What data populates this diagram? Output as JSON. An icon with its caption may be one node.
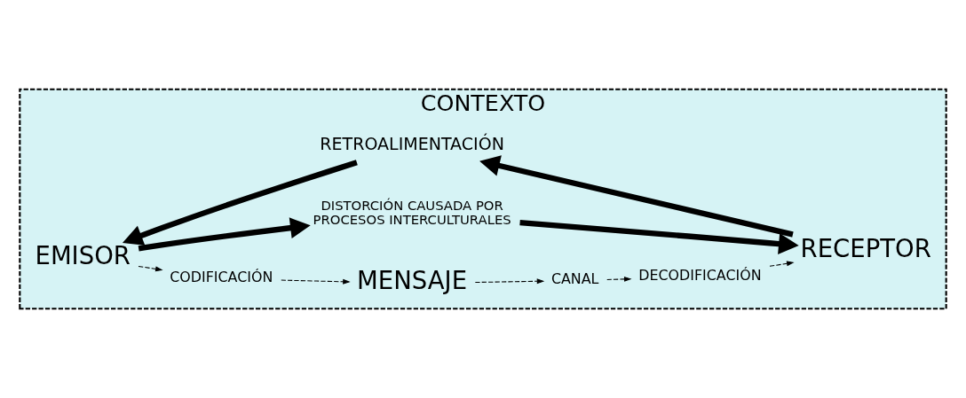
{
  "diagram": {
    "nodes": [
      {
        "text": [
          "CONTEXTO"
        ]
      },
      {
        "text": [
          "EMISOR"
        ],
        "in": 0
      },
      {
        "text": [
          "CODIFICACIÓN"
        ],
        "in": 0
      },
      {
        "text": [
          "MENSAJE"
        ],
        "in": 0
      },
      {
        "text": [
          "CANAL"
        ],
        "in": 0
      },
      {
        "text": [
          "DECODIFICACIÓN"
        ],
        "in": 0
      },
      {
        "text": [
          "RECEPTOR"
        ],
        "in": 0
      },
      {
        "text": [
          "DISTORCIÓN CAUSADA POR PROCESOS INTERCULTURALES"
        ],
        "in": 0
      },
      {
        "text": [
          "RETROALIMENTACIÓN"
        ],
        "in": 0
      }
    ],
    "edges": [
      {
        "from": 1,
        "to": 2,
        "arrow": "to",
        "style": "dashed"
      },
      {
        "from": 2,
        "to": 3,
        "arrow": "to",
        "style": "dashed"
      },
      {
        "from": 3,
        "to": 4,
        "arrow": "to",
        "style": "dashed"
      },
      {
        "from": 4,
        "to": 5,
        "arrow": "to",
        "style": "dashed"
      },
      {
        "from": 5,
        "to": 6,
        "arrow": "to",
        "style": "dashed"
      },
      {
        "from": 1,
        "to": 7,
        "arrow": "to",
        "style": "thick"
      },
      {
        "from": 7,
        "to": 6,
        "arrow": "to",
        "style": "thick"
      },
      {
        "from": 6,
        "to": 8,
        "arrow": "to",
        "style": "thick"
      },
      {
        "from": 8,
        "to": 1,
        "arrow": "to",
        "style": "thick"
      }
    ]
  }
}
